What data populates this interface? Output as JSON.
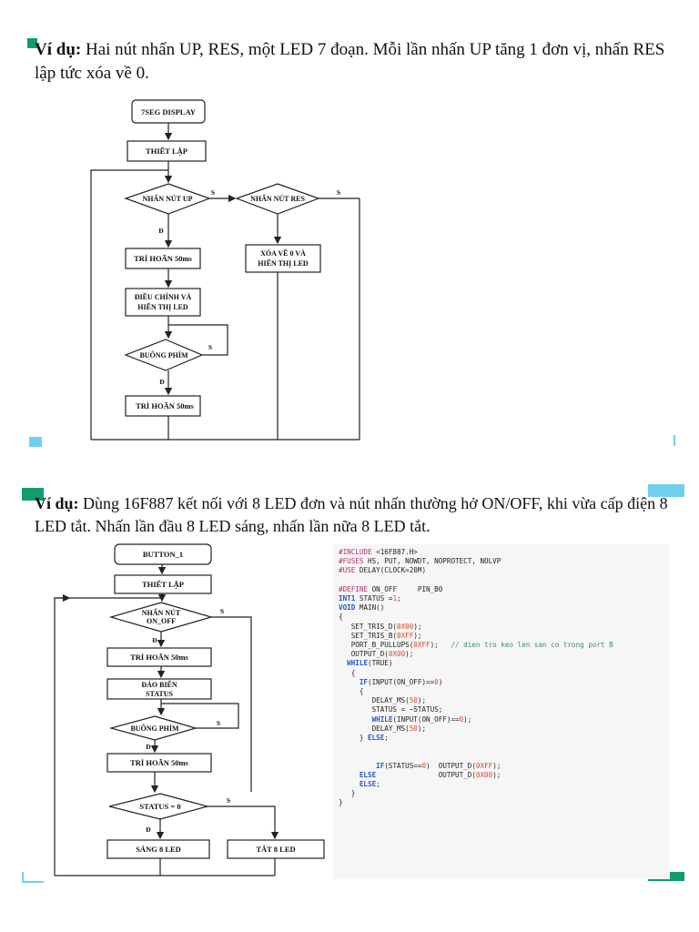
{
  "slide1": {
    "label": "Ví dụ:",
    "text": "Hai nút nhấn UP, RES, một LED 7 đoạn. Mỗi lần nhấn UP tăng 1 đơn vị, nhấn RES lập tức xóa về 0.",
    "flowchart": {
      "start": "7SEG DISPLAY",
      "setup": "THIẾT LẬP",
      "dec_up": "NHẤN NÚT UP",
      "dec_res": "NHẤN NÚT RES",
      "delay1": "TRÌ HOÃN 50ms",
      "clear_1": "XÓA VỀ 0 VÀ",
      "clear_2": "HIỂN THỊ LED",
      "adjust_1": "ĐIỀU CHỈNH VÀ",
      "adjust_2": "HIỂN THỊ LED",
      "release": "BUÔNG PHÍM",
      "delay2": "TRÌ HOÃN 50ms",
      "yes": "Đ",
      "no": "S"
    }
  },
  "slide2": {
    "label": "Ví dụ:",
    "text": "Dùng 16F887 kết nối với 8 LED đơn và nút nhấn thường hở ON/OFF, khi vừa cấp điện 8 LED tắt. Nhấn lần đầu 8 LED sáng, nhấn lần nữa 8 LED tắt.",
    "flowchart": {
      "start": "BUTTON_1",
      "setup": "THIẾT LẬP",
      "dec_1a": "NHẤN NÚT",
      "dec_1b": "ON_OFF",
      "delay1": "TRÌ HOÃN 50ms",
      "invert_1": "ĐẢO BIẾN",
      "invert_2": "STATUS",
      "release": "BUÔNG PHÍM",
      "delay2": "TRÌ HOÃN 50ms",
      "status": "STATUS = 0",
      "on": "SÁNG 8 LED",
      "off": "TẮT 8 LED",
      "yes": "Đ",
      "no": "S"
    },
    "code": [
      "#INCLUDE <16F887.H>",
      "#FUSES HS, PUT, NOWDT, NOPROTECT, NOLVP",
      "#USE DELAY(CLOCK=20M)",
      "",
      "#DEFINE ON_OFF     PIN_B0",
      "INT1 STATUS =1;",
      "VOID MAIN()",
      "{",
      "   SET_TRIS_D(0X00);",
      "   SET_TRIS_B(0XFF);",
      "   PORT_B_PULLUPS(0XFF);   // dien tro keo len san co trong port B",
      "   OUTPUT_D(0X00);",
      "  WHILE(TRUE)",
      "   {",
      "     IF(INPUT(ON_OFF)==0)",
      "     {",
      "        DELAY_MS(50);",
      "        STATUS = ~STATUS;",
      "        WHILE(INPUT(ON_OFF)==0);",
      "        DELAY_MS(50);",
      "     } ELSE;",
      "",
      "",
      "         IF(STATUS==0)  OUTPUT_D(0XFF);",
      "     ELSE               OUTPUT_D(0X00);",
      "     ELSE;",
      "   }",
      "}"
    ]
  },
  "colors": {
    "green": "#0f9d6e",
    "cyan": "#6fd0ee"
  }
}
